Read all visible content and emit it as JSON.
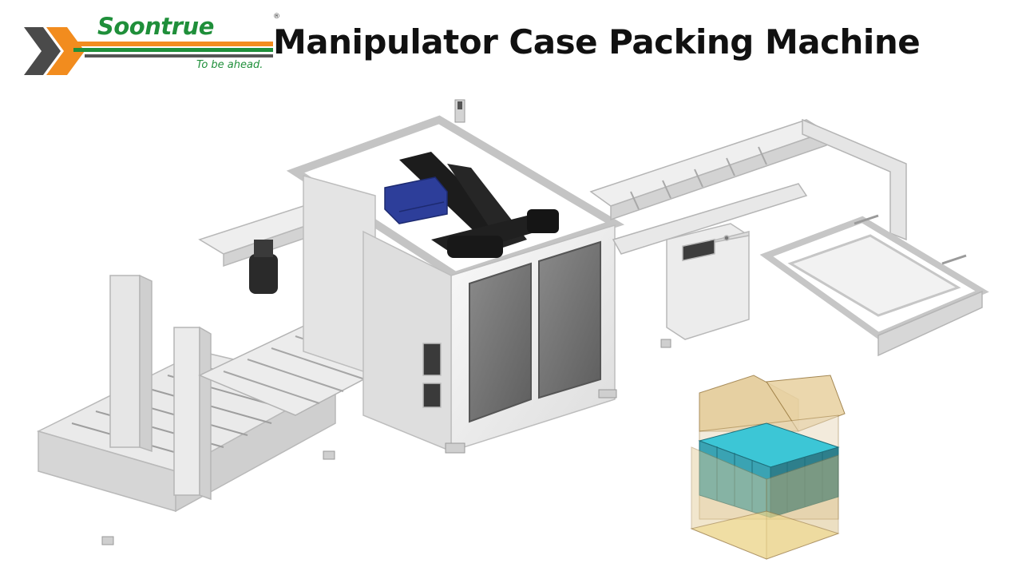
{
  "logo": {
    "brand_name": "Soontrue",
    "registered_mark": "®",
    "tagline": "To be ahead.",
    "colors": {
      "brand_green": "#1f8f3a",
      "chevron_gray": "#4a4a4a",
      "chevron_orange": "#f28c1e"
    }
  },
  "title": "Manipulator Case Packing Machine",
  "illustration": {
    "machine_icon": "case-packing-machine-render",
    "carton_icon": "open-carton-with-product-icon",
    "colors": {
      "frame": "#eeeeee",
      "frame_edge": "#c9c9c9",
      "robot_arm": "#1c1c1c",
      "gripper_block": "#2d3e9a",
      "carton": "#e2c892",
      "product": "#3aa3b3"
    }
  }
}
